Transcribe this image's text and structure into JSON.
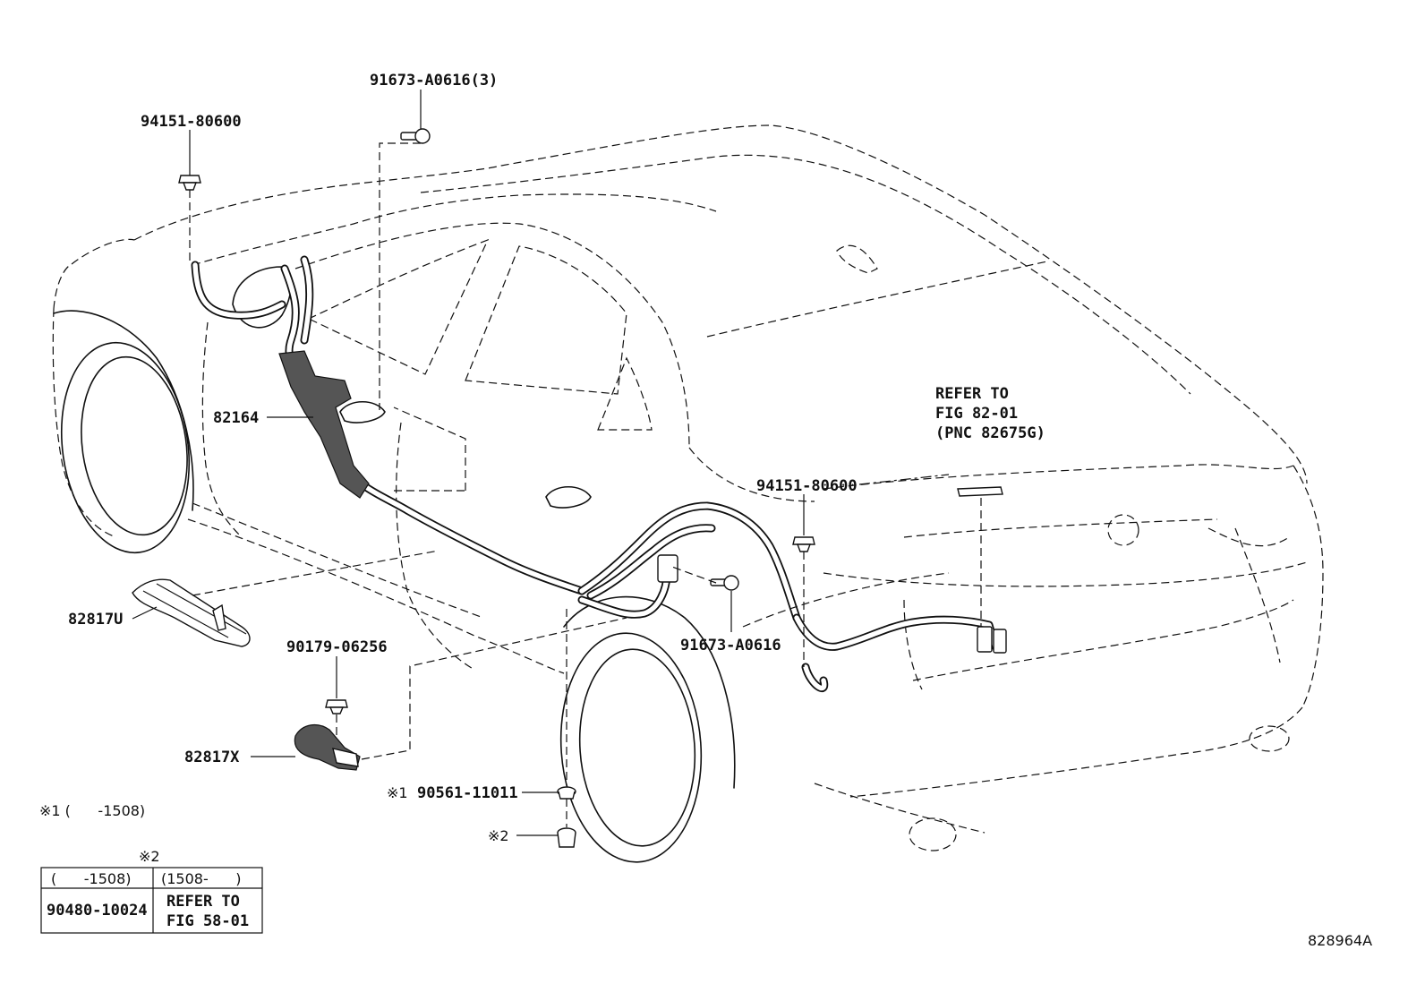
{
  "labels": {
    "bolt_top": "91673-A0616(3)",
    "clip_top_left": "94151-80600",
    "harness_main": "82164",
    "refer_fig_line1": "REFER TO",
    "refer_fig_line2": "FIG 82-01",
    "refer_fig_line3": "(PNC 82675G)",
    "clip_rear": "94151-80600",
    "protector_u": "82817U",
    "nut_lower": "90179-06256",
    "bolt_rear": "91673-A0616",
    "protector_x": "82817X",
    "grommet_note1_mark": "※1",
    "grommet_note1_part": "90561-11011",
    "grommet_note2_mark": "※2",
    "footnote1": "※1 (      -1508)",
    "diagram_id": "828964A"
  },
  "table": {
    "header_mark": "※2",
    "col1_header": "(      -1508)",
    "col2_header": "(1508-      )",
    "col1_value": "90480-10024",
    "col2_value_line1": "REFER TO",
    "col2_value_line2": "FIG 58-01"
  }
}
